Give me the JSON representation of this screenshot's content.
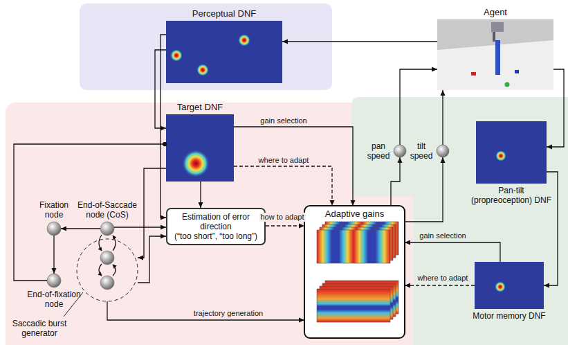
{
  "diagram": {
    "nodes": [
      {
        "text": [
          "Perceptual DNF"
        ]
      },
      {
        "text": [
          "Agent"
        ]
      },
      {
        "text": [
          "Target DNF"
        ]
      },
      {
        "text": [
          "Fixation node"
        ]
      },
      {
        "text": [
          "End-of-Saccade node (CoS)"
        ]
      },
      {
        "text": [
          "End-of-fixation node"
        ]
      },
      {
        "text": [
          "Saccadic burst generator"
        ]
      },
      {
        "text": [
          "Estimation of error direction",
          "(“too short”, “too long”)"
        ]
      },
      {
        "text": [
          "Adaptive gains"
        ]
      },
      {
        "text": [
          "pan speed"
        ]
      },
      {
        "text": [
          "tilt speed"
        ]
      },
      {
        "text": [
          "Pan-tilt (propreoception) DNF"
        ]
      },
      {
        "text": [
          "Motor memory DNF"
        ]
      }
    ],
    "edges": [
      {
        "from": 1,
        "to": 0,
        "arrow": "to"
      },
      {
        "from": 0,
        "to": 2,
        "arrow": "to"
      },
      {
        "from": 0,
        "to": 7,
        "arrow": "to"
      },
      {
        "from": 2,
        "to": 8,
        "label": "gain selection",
        "arrow": "to"
      },
      {
        "from": 2,
        "to": 8,
        "label": "where to adapt",
        "arrow": "to"
      },
      {
        "from": 2,
        "to": 7,
        "arrow": "to"
      },
      {
        "from": 7,
        "to": 8,
        "label": "how to adapt",
        "arrow": "to"
      },
      {
        "from": 4,
        "to": 3,
        "arrow": "to"
      },
      {
        "from": 4,
        "to": 7,
        "arrow": "to"
      },
      {
        "from": 3,
        "to": 5,
        "arrow": "to"
      },
      {
        "from": 5,
        "to": 2,
        "arrow": "to"
      },
      {
        "from": 2,
        "to": 6,
        "arrow": "to"
      },
      {
        "from": 6,
        "to": 7,
        "arrow": "to"
      },
      {
        "from": 6,
        "to": 8,
        "label": "trajectory generation",
        "arrow": "to"
      },
      {
        "from": 8,
        "to": 9,
        "arrow": "to"
      },
      {
        "from": 8,
        "to": 10,
        "arrow": "to"
      },
      {
        "from": 9,
        "to": 1,
        "arrow": "to"
      },
      {
        "from": 10,
        "to": 1,
        "arrow": "to"
      },
      {
        "from": 1,
        "to": 11,
        "arrow": "to"
      },
      {
        "from": 11,
        "to": 12,
        "arrow": "to"
      },
      {
        "from": 12,
        "to": 8,
        "label": "gain selection",
        "arrow": "to"
      },
      {
        "from": 12,
        "to": 8,
        "label": "where to adapt",
        "arrow": "to"
      }
    ]
  }
}
